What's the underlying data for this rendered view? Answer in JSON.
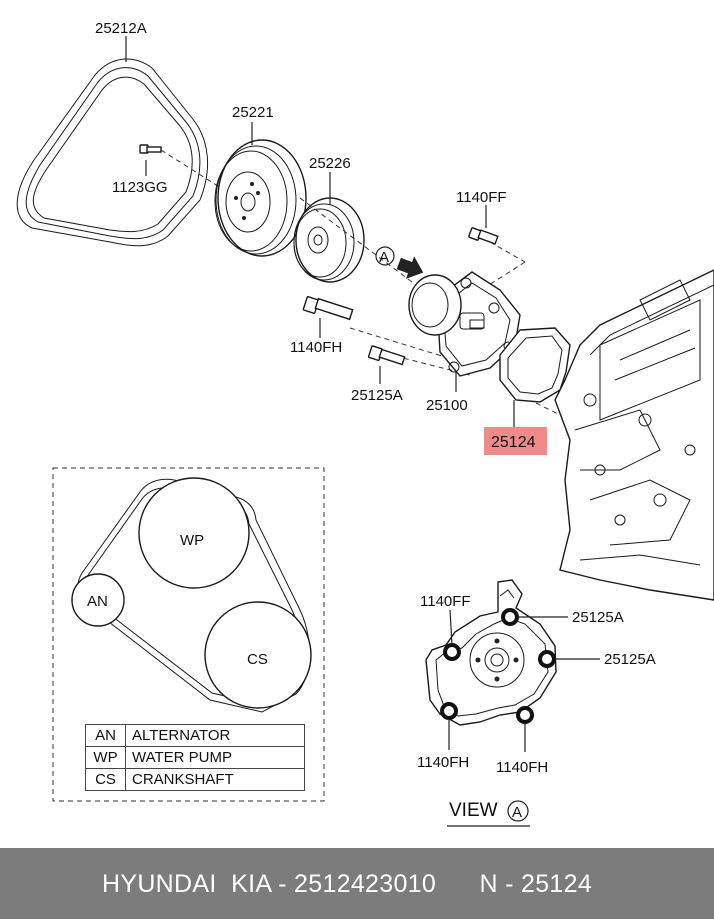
{
  "callouts": {
    "belt": "25212A",
    "crank_pulley": "25221",
    "pulley_bolt": "1123GG",
    "pump_pulley": "25226",
    "bolt_ff": "1140FF",
    "bolt_fh": "1140FH",
    "bolt_125a": "25125A",
    "water_pump": "25100",
    "gasket": "25124",
    "view_marker": "A"
  },
  "view_a": {
    "title": "VIEW",
    "marker": "A",
    "top_left": "1140FF",
    "top_right": "25125A",
    "right": "25125A",
    "bottom_left": "1140FH",
    "bottom_right": "1140FH"
  },
  "belt_layout": {
    "circles": [
      "WP",
      "AN",
      "CS"
    ]
  },
  "legend": [
    {
      "code": "AN",
      "description": "ALTERNATOR"
    },
    {
      "code": "WP",
      "description": "WATER PUMP"
    },
    {
      "code": "CS",
      "description": "CRANKSHAFT"
    }
  ],
  "highlight_color": "#f08a8a",
  "footer": {
    "text": "HYUNDAI  KIA - 2512423010      N - 25124"
  }
}
